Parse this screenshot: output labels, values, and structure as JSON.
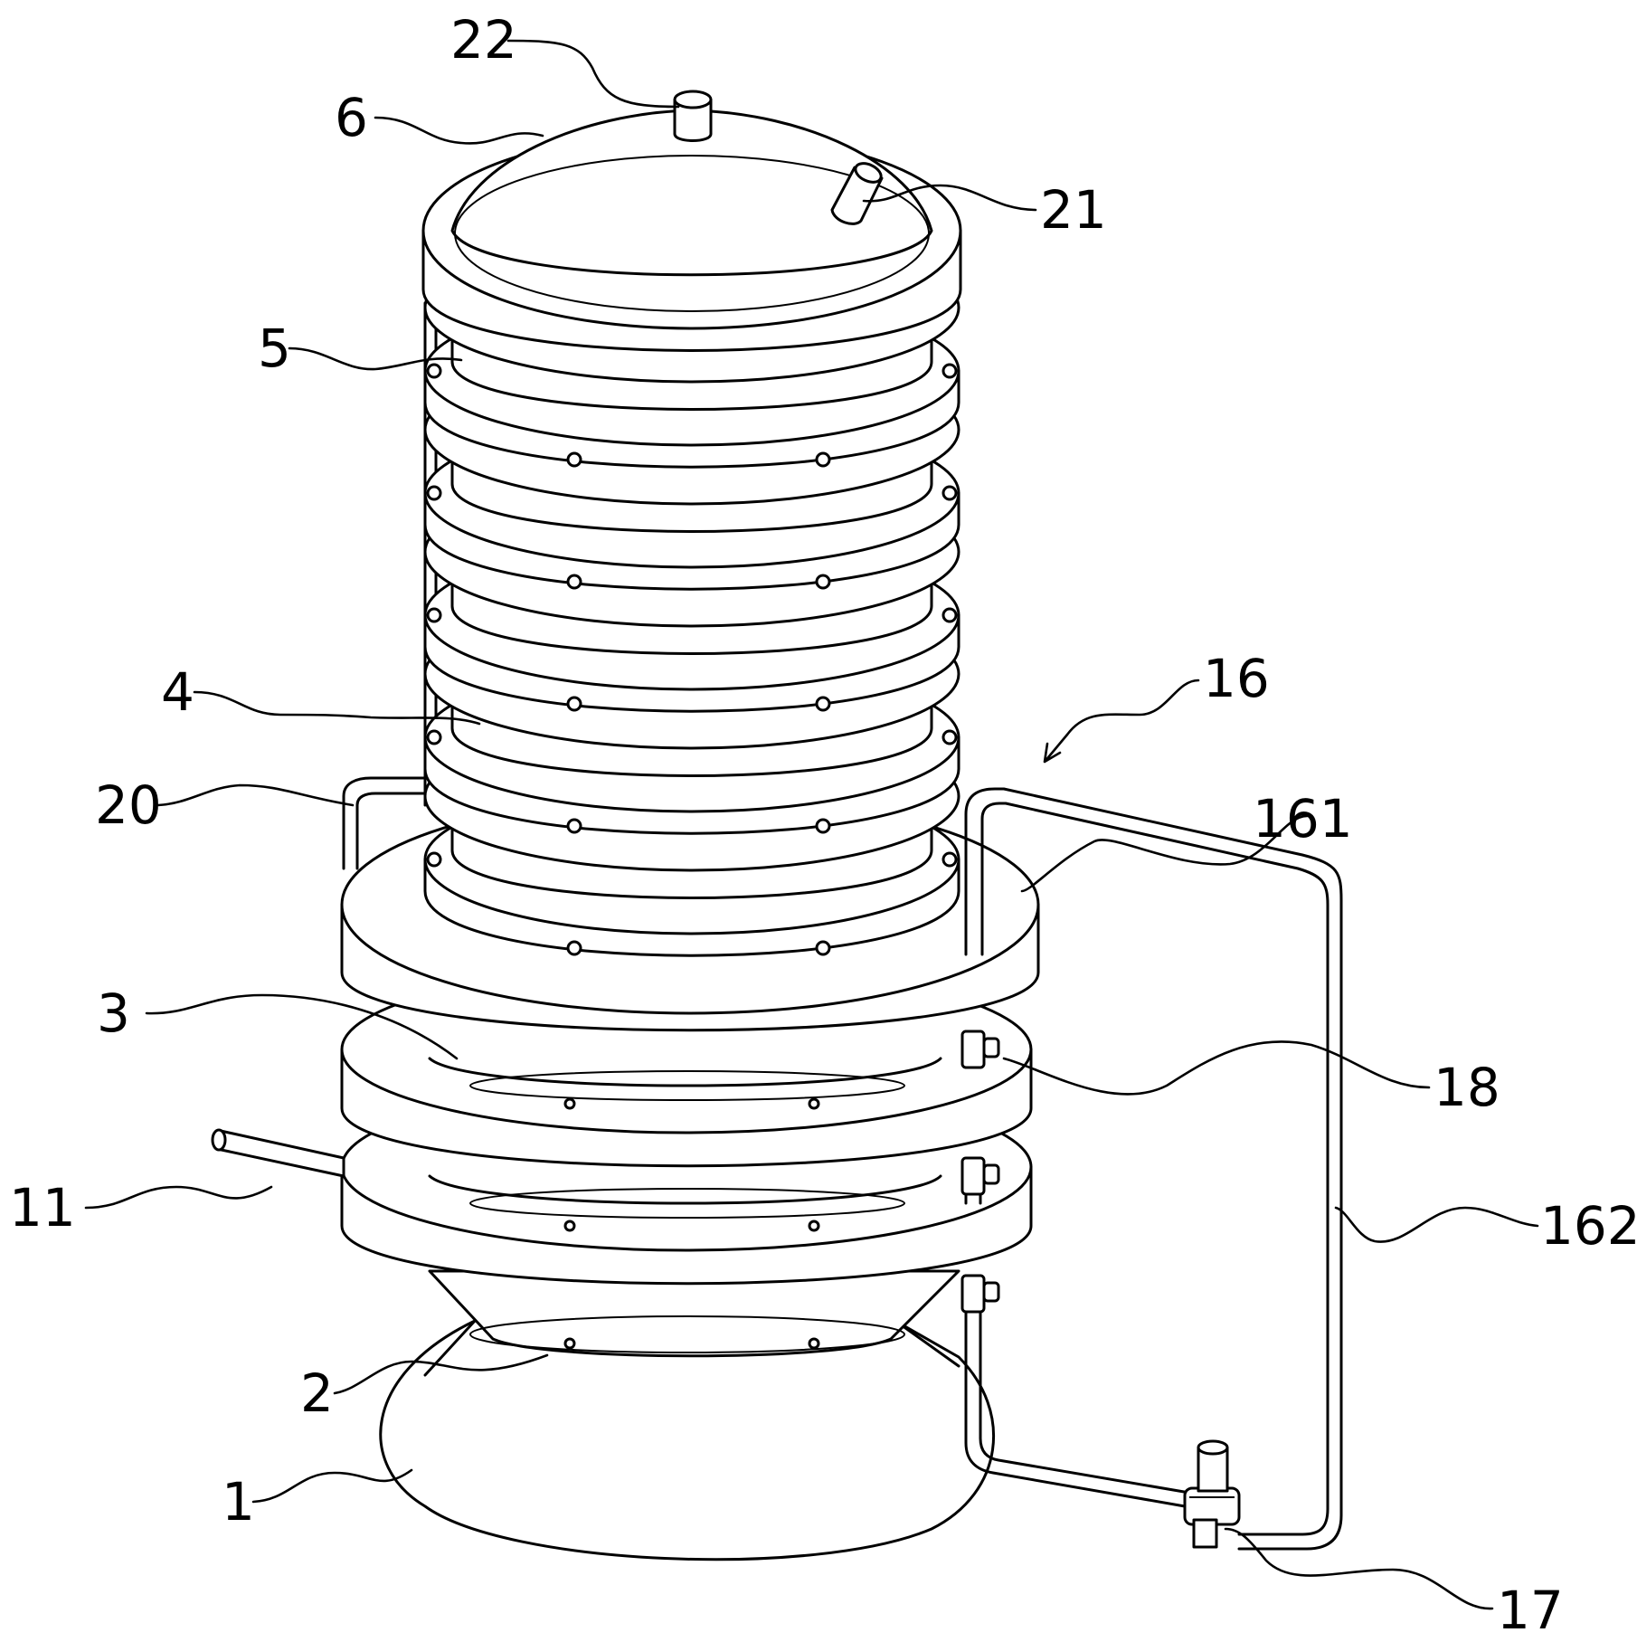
{
  "figure": {
    "labels": {
      "l1": "1",
      "l2": "2",
      "l3": "3",
      "l4": "4",
      "l5": "5",
      "l6": "6",
      "l11": "11",
      "l16": "16",
      "l17": "17",
      "l18": "18",
      "l20": "20",
      "l21": "21",
      "l22": "22",
      "l161": "161",
      "l162": "162"
    }
  }
}
